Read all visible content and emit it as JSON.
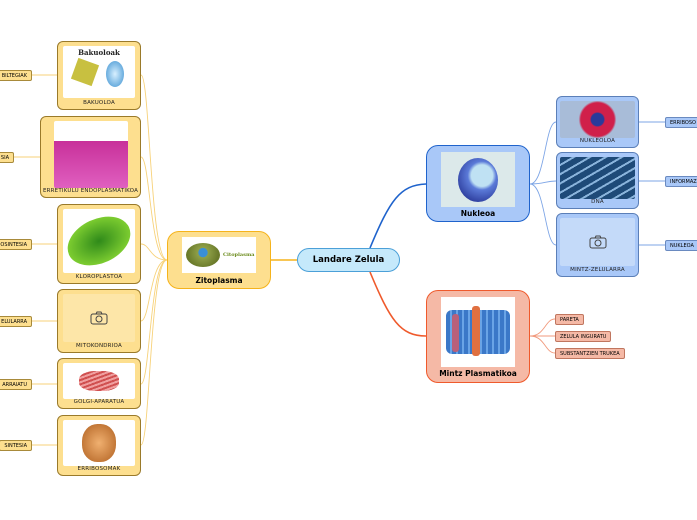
{
  "root": {
    "label": "Landare Zelula"
  },
  "zitoplasma": {
    "label": "Zitoplasma",
    "image_text": "Citoplasma",
    "children": [
      {
        "label": "BAKUOLOA",
        "image_text": "Bakuoloak",
        "leaf": "BILTEGIAK"
      },
      {
        "label": "ERRETIKULU ENDOPLASMATIKOA",
        "leaf": "SIA"
      },
      {
        "label": "KLOROPLASTOA",
        "leaf": "OSINTESIA"
      },
      {
        "label": "MITOKONDRIOA",
        "leaf": "ELULARRA"
      },
      {
        "label": "GOLGI-APARATUA",
        "leaf": "ARRAIATU"
      },
      {
        "label": "ERRIBOSOMAK",
        "leaf": "SINTESIA"
      }
    ]
  },
  "nukleoa": {
    "label": "Nukleoa",
    "children": [
      {
        "label": "NUKLEOLOA",
        "leaf": "ERRIBOSO"
      },
      {
        "label": "DNA",
        "leaf": "INFORMAZ"
      },
      {
        "label": "MINTZ-ZELULARRA",
        "leaf": "NUKLEOA"
      }
    ]
  },
  "mintz": {
    "label": "Mintz Plasmatikoa",
    "leaves": [
      "PARETA",
      "ZELULA INGURATU",
      "SUBSTANTZIEN TRUKEA"
    ]
  },
  "colors": {
    "yellow": "#fddf8f",
    "blue": "#a9c8f8",
    "red": "#f5b9a6",
    "root": "#c5e9fb"
  }
}
